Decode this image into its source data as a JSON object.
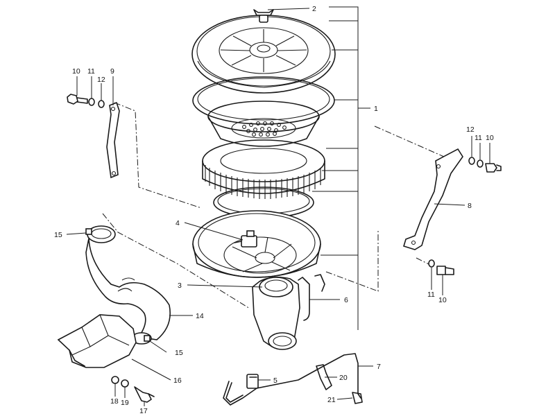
{
  "callouts": [
    {
      "num": "1"
    },
    {
      "num": "2"
    },
    {
      "num": "3"
    },
    {
      "num": "4"
    },
    {
      "num": "5"
    },
    {
      "num": "6"
    },
    {
      "num": "7"
    },
    {
      "num": "8"
    },
    {
      "num": "9"
    },
    {
      "num": "10"
    },
    {
      "num": "10"
    },
    {
      "num": "10"
    },
    {
      "num": "11"
    },
    {
      "num": "11"
    },
    {
      "num": "11"
    },
    {
      "num": "12"
    },
    {
      "num": "12"
    },
    {
      "num": "14"
    },
    {
      "num": "15"
    },
    {
      "num": "15"
    },
    {
      "num": "16"
    },
    {
      "num": "17"
    },
    {
      "num": "18"
    },
    {
      "num": "19"
    },
    {
      "num": "20"
    },
    {
      "num": "21"
    }
  ],
  "colors": {
    "line": "#1a1a1a",
    "background": "#ffffff"
  }
}
